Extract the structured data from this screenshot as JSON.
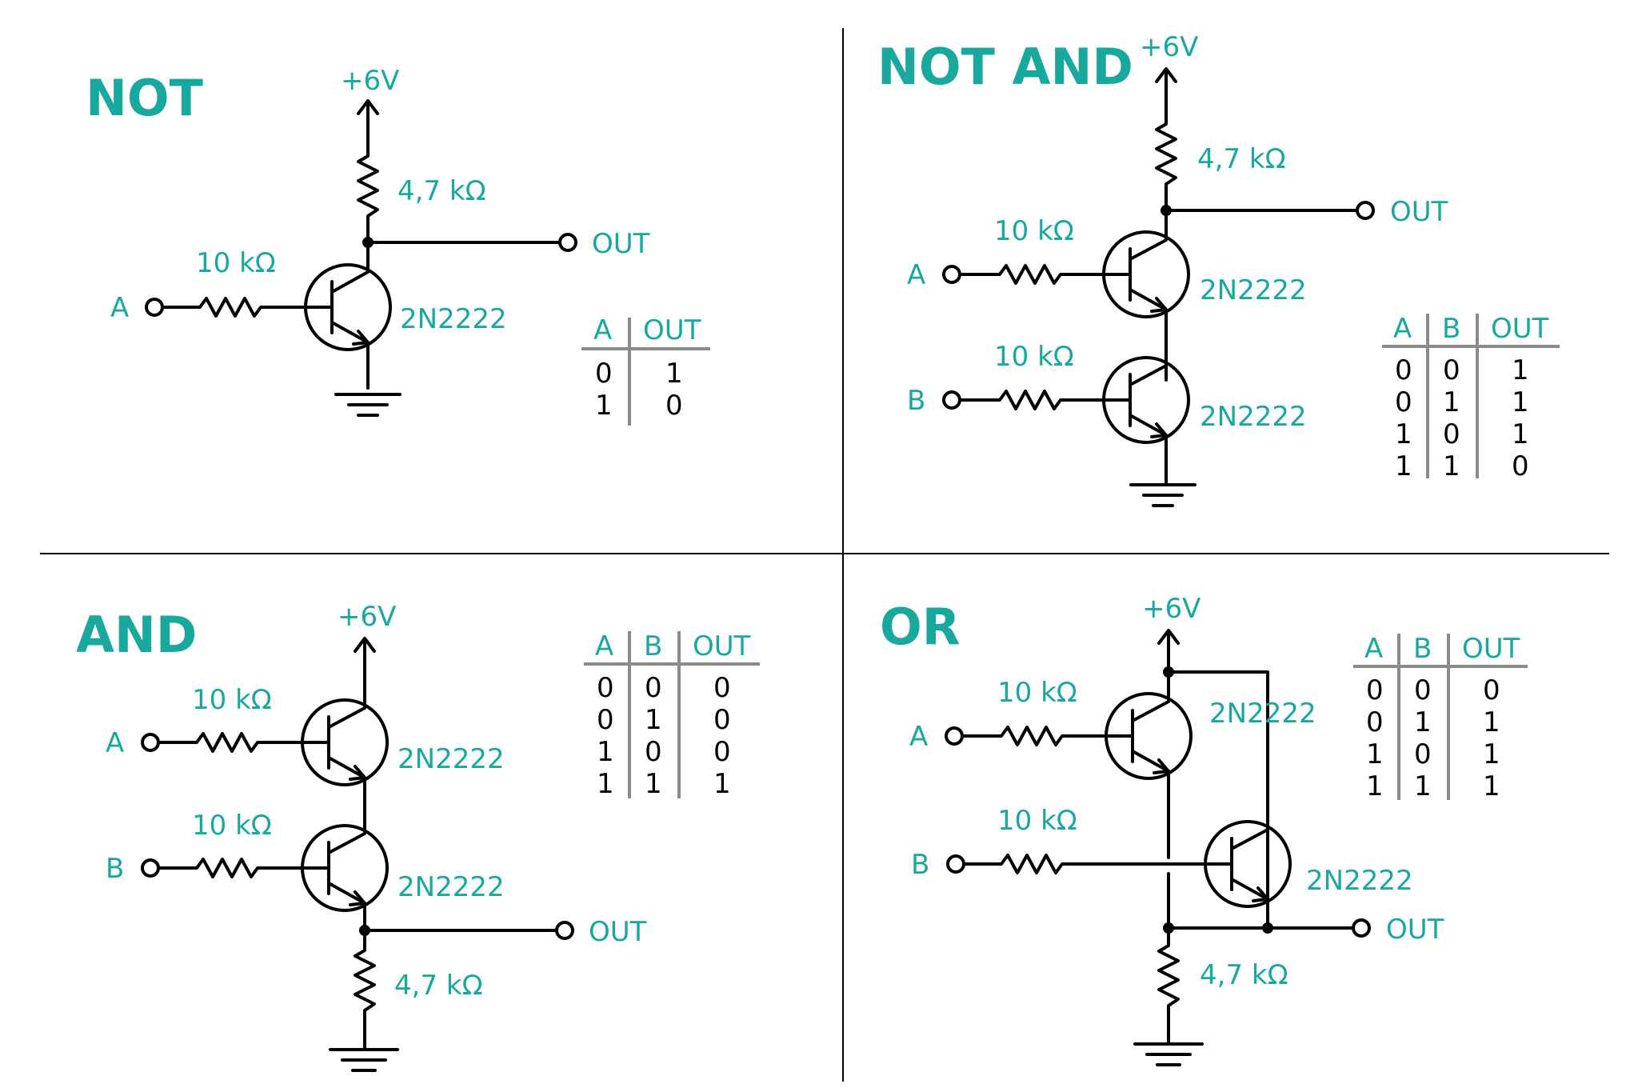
{
  "panels": {
    "not": {
      "title": "NOT",
      "supply": "+6V",
      "pullup": "4,7 kΩ",
      "base_a": "10 kΩ",
      "transistor": "2N2222",
      "in_a": "A",
      "out": "OUT",
      "table": {
        "headers": [
          "A",
          "OUT"
        ],
        "rows": [
          [
            "0",
            "1"
          ],
          [
            "1",
            "0"
          ]
        ]
      }
    },
    "nand": {
      "title": "NOT AND",
      "supply": "+6V",
      "pullup": "4,7 kΩ",
      "base_a": "10 kΩ",
      "base_b": "10 kΩ",
      "transistor_1": "2N2222",
      "transistor_2": "2N2222",
      "in_a": "A",
      "in_b": "B",
      "out": "OUT",
      "table": {
        "headers": [
          "A",
          "B",
          "OUT"
        ],
        "rows": [
          [
            "0",
            "0",
            "1"
          ],
          [
            "0",
            "1",
            "1"
          ],
          [
            "1",
            "0",
            "1"
          ],
          [
            "1",
            "1",
            "0"
          ]
        ]
      }
    },
    "and": {
      "title": "AND",
      "supply": "+6V",
      "pulldown": "4,7 kΩ",
      "base_a": "10 kΩ",
      "base_b": "10 kΩ",
      "transistor_1": "2N2222",
      "transistor_2": "2N2222",
      "in_a": "A",
      "in_b": "B",
      "out": "OUT",
      "table": {
        "headers": [
          "A",
          "B",
          "OUT"
        ],
        "rows": [
          [
            "0",
            "0",
            "0"
          ],
          [
            "0",
            "1",
            "0"
          ],
          [
            "1",
            "0",
            "0"
          ],
          [
            "1",
            "1",
            "1"
          ]
        ]
      }
    },
    "or": {
      "title": "OR",
      "supply": "+6V",
      "pulldown": "4,7 kΩ",
      "base_a": "10 kΩ",
      "base_b": "10 kΩ",
      "transistor_1": "2N2222",
      "transistor_2": "2N2222",
      "in_a": "A",
      "in_b": "B",
      "out": "OUT",
      "table": {
        "headers": [
          "A",
          "B",
          "OUT"
        ],
        "rows": [
          [
            "0",
            "0",
            "0"
          ],
          [
            "0",
            "1",
            "1"
          ],
          [
            "1",
            "0",
            "1"
          ],
          [
            "1",
            "1",
            "1"
          ]
        ]
      }
    }
  },
  "colors": {
    "accent": "#19a89d",
    "wire": "#000000",
    "table_rule": "#8a8a8a"
  }
}
